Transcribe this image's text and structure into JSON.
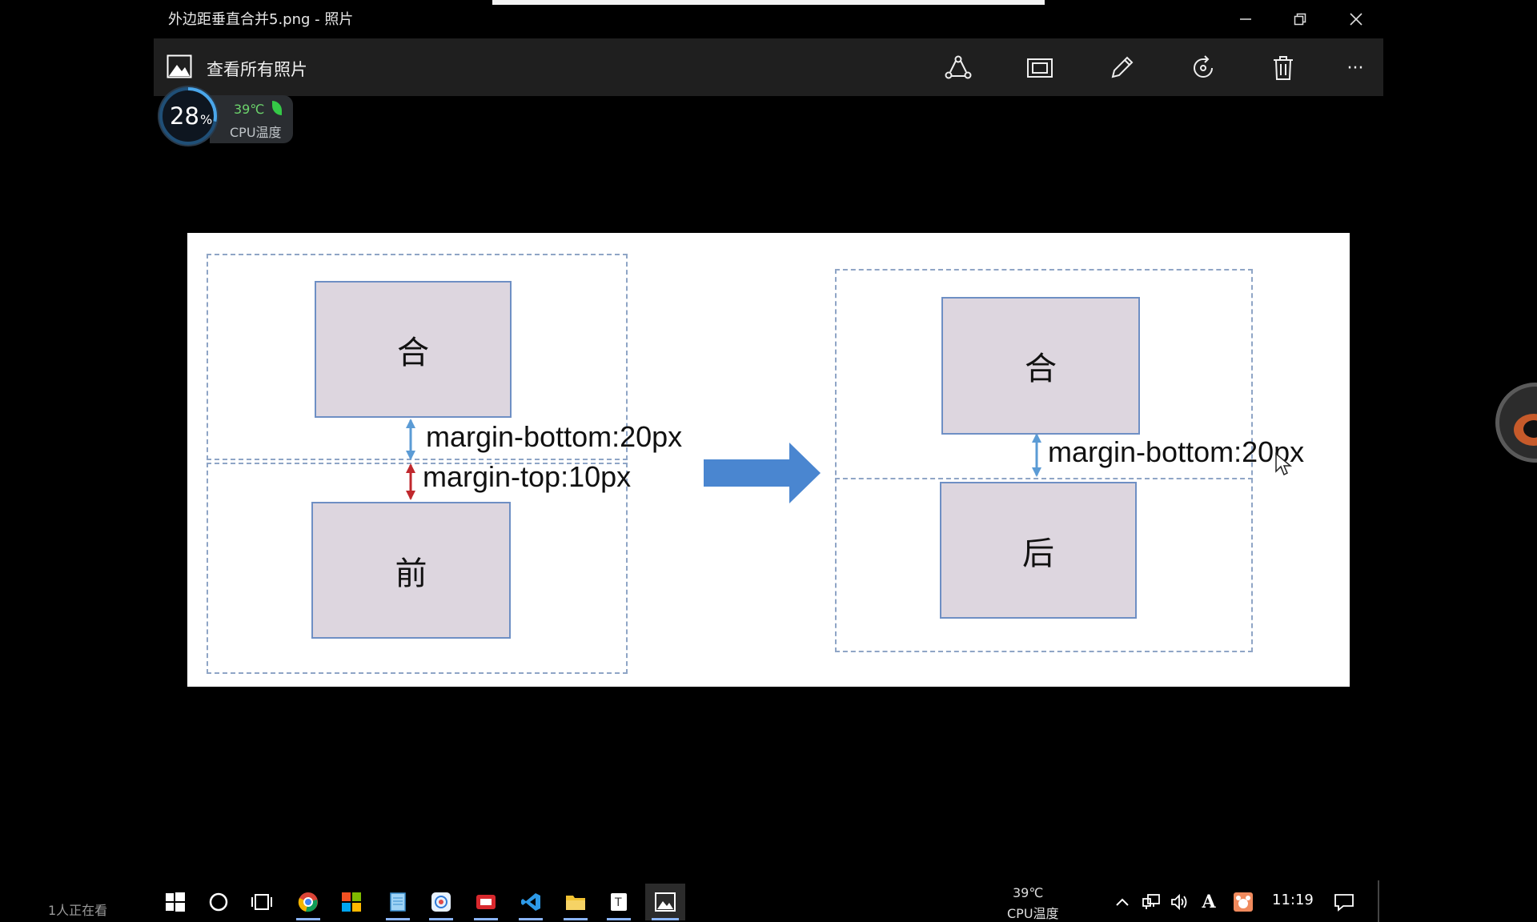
{
  "window": {
    "title": "外边距垂直合并5.png - 照片",
    "minimize_glyph": "–",
    "restore_glyph": "❐",
    "close_glyph": "✕"
  },
  "toolbar": {
    "view_all_label": "查看所有照片",
    "more_glyph": "···",
    "icons": [
      "share-icon",
      "slideshow-icon",
      "edit-icon",
      "rotate-icon",
      "delete-icon",
      "more-icon"
    ]
  },
  "cpu_widget": {
    "usage_number": "28",
    "usage_sign": "%",
    "temperature": "39℃",
    "label": "CPU温度"
  },
  "photo": {
    "left_top_box": "合",
    "left_bottom_box": "前",
    "right_top_box": "合",
    "right_bottom_box": "后",
    "label_margin_bottom_left": "margin-bottom:20px",
    "label_margin_top": "margin-top:10px",
    "label_margin_bottom_right": "margin-bottom:20px",
    "colors": {
      "box_fill": "#ddd6df",
      "box_border": "#6e8fc4",
      "arrow": "#4a86d0",
      "arrow_blue": "#5b9bd5",
      "arrow_red": "#c0282d"
    }
  },
  "taskbar": {
    "viewers": "1人正在看",
    "tray_temperature": "39℃",
    "tray_temperature_label": "CPU温度",
    "clock": "11:19",
    "apps": [
      "start-icon",
      "cortana-icon",
      "task-view-icon",
      "chrome-icon",
      "store-icon",
      "notepad-icon",
      "network-app-icon",
      "media-app-icon",
      "vscode-icon",
      "file-explorer-icon",
      "typora-icon",
      "photos-icon"
    ],
    "tray": [
      "chevron-up-icon",
      "network-icon",
      "volume-icon",
      "input-method-icon",
      "app-tray-icon",
      "notification-icon"
    ]
  }
}
